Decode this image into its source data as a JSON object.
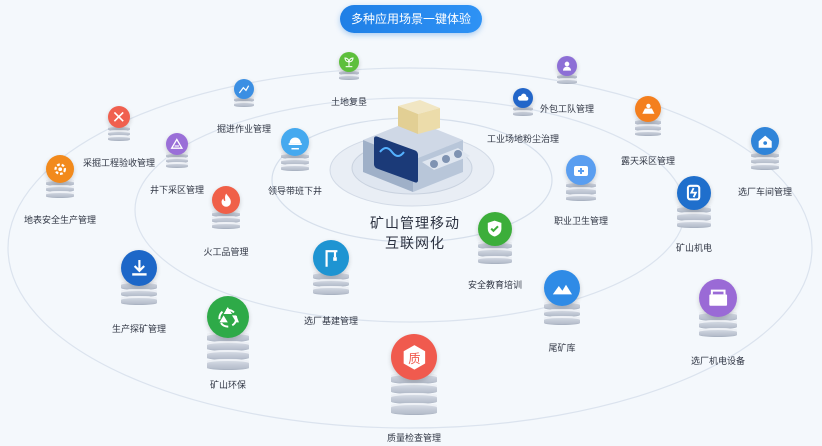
{
  "header": {
    "button_label": "多种应用场景一键体验"
  },
  "center": {
    "line1": "矿山管理移动",
    "line2": "互联网化"
  },
  "modules": [
    {
      "id": "m1",
      "label": "土地复垦",
      "icon": "leaf-plant-icon",
      "color": "#5dbf3c"
    },
    {
      "id": "m2",
      "label": "外包工队管理",
      "icon": "worker-icon",
      "color": "#8d6fd6"
    },
    {
      "id": "m3",
      "label": "掘进作业管理",
      "icon": "excavation-icon",
      "color": "#3b8fe3"
    },
    {
      "id": "m4",
      "label": "工业场地粉尘治理",
      "icon": "dust-cloud-icon",
      "color": "#2366c9"
    },
    {
      "id": "m5",
      "label": "采掘工程验收管理",
      "icon": "tools-cross-icon",
      "color": "#f0604f"
    },
    {
      "id": "m6",
      "label": "露天采区管理",
      "icon": "open-pit-icon",
      "color": "#f47f1e"
    },
    {
      "id": "m7",
      "label": "井下采区管理",
      "icon": "underground-icon",
      "color": "#9a6fd8"
    },
    {
      "id": "m8",
      "label": "领导带班下井",
      "icon": "leader-helmet-icon",
      "color": "#45a9ef"
    },
    {
      "id": "m9",
      "label": "选厂车间管理",
      "icon": "workshop-house-icon",
      "color": "#2f84d9"
    },
    {
      "id": "m10",
      "label": "地表安全生产管理",
      "icon": "gear-safety-icon",
      "color": "#f28a1c"
    },
    {
      "id": "m11",
      "label": "职业卫生管理",
      "icon": "medical-kit-icon",
      "color": "#5a9ef0"
    },
    {
      "id": "m12",
      "label": "矿山机电",
      "icon": "electromechanical-icon",
      "color": "#1f6fcc"
    },
    {
      "id": "m13",
      "label": "火工品管理",
      "icon": "explosive-flame-icon",
      "color": "#f06048"
    },
    {
      "id": "m14",
      "label": "安全教育培训",
      "icon": "shield-check-icon",
      "color": "#3cae3a"
    },
    {
      "id": "m15",
      "label": "选厂基建管理",
      "icon": "crane-icon",
      "color": "#1e94d2"
    },
    {
      "id": "m16",
      "label": "生产探矿管理",
      "icon": "download-mine-icon",
      "color": "#1d67c8"
    },
    {
      "id": "m17",
      "label": "尾矿库",
      "icon": "mountain-icon",
      "color": "#2f8be6"
    },
    {
      "id": "m18",
      "label": "矿山环保",
      "icon": "recycle-icon",
      "color": "#2eaa48"
    },
    {
      "id": "m19",
      "label": "选厂机电设备",
      "icon": "equipment-icon",
      "color": "#9a6ad6"
    },
    {
      "id": "m20",
      "label": "质量检查管理",
      "icon": "quality-stamp-icon",
      "color": "#f05a4e"
    }
  ]
}
